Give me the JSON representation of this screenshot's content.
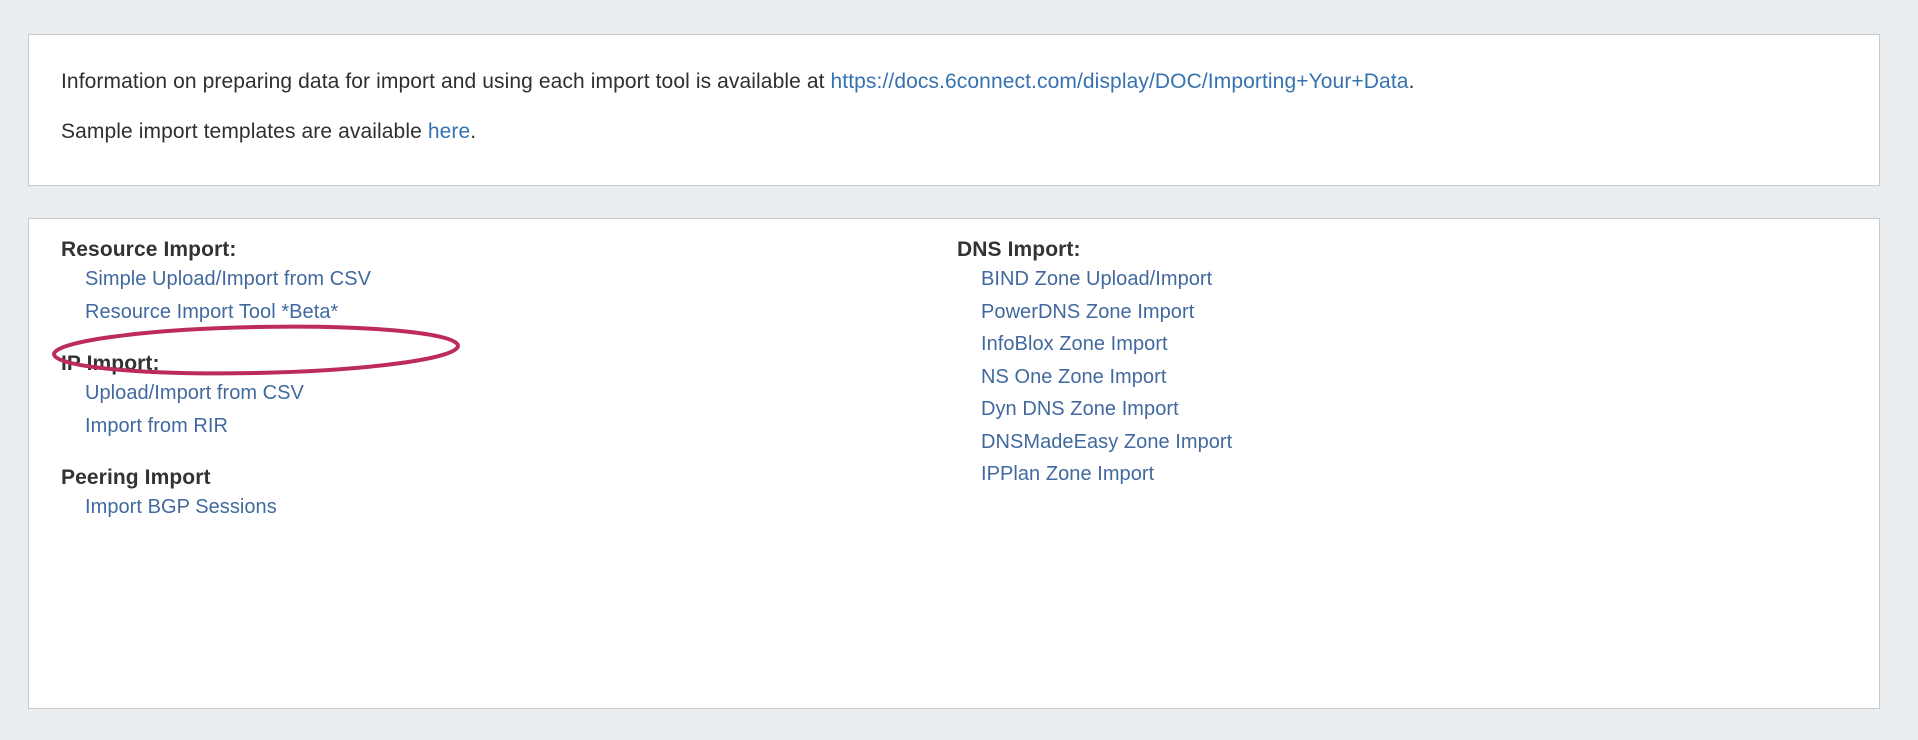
{
  "info_panel": {
    "line1": {
      "prefix": "Information on preparing data for import and using each import tool is available at ",
      "link_text": "https://docs.6connect.com/display/DOC/Importing+Your+Data",
      "suffix": "."
    },
    "line2": {
      "prefix": "Sample import templates are available ",
      "link_text": "here",
      "suffix": "."
    }
  },
  "tools_panel": {
    "left_column": [
      {
        "heading": "Resource Import:",
        "links": [
          "Simple Upload/Import from CSV",
          "Resource Import Tool *Beta*"
        ]
      },
      {
        "heading": "IP Import:",
        "links": [
          "Upload/Import from CSV",
          "Import from RIR"
        ]
      },
      {
        "heading": "Peering Import",
        "links": [
          "Import BGP Sessions"
        ]
      }
    ],
    "right_column": [
      {
        "heading": "DNS Import:",
        "links": [
          "BIND Zone Upload/Import",
          "PowerDNS Zone Import",
          "InfoBlox Zone Import",
          "NS One Zone Import",
          "Dyn DNS Zone Import",
          "DNSMadeEasy Zone Import",
          "IPPlan Zone Import"
        ]
      }
    ]
  },
  "annotation": {
    "target_label": "Resource Import Tool *Beta*",
    "shape": "ellipse",
    "color": "#bd2a5c"
  },
  "colors": {
    "page_background": "#eaeef0",
    "panel_background": "#ffffff",
    "panel_border": "#c9c9c9",
    "heading_text": "#333333",
    "body_text": "#2f2f2f",
    "tool_link": "#41699f",
    "inline_link": "#3572b0",
    "annotation": "#bd2a5c"
  }
}
